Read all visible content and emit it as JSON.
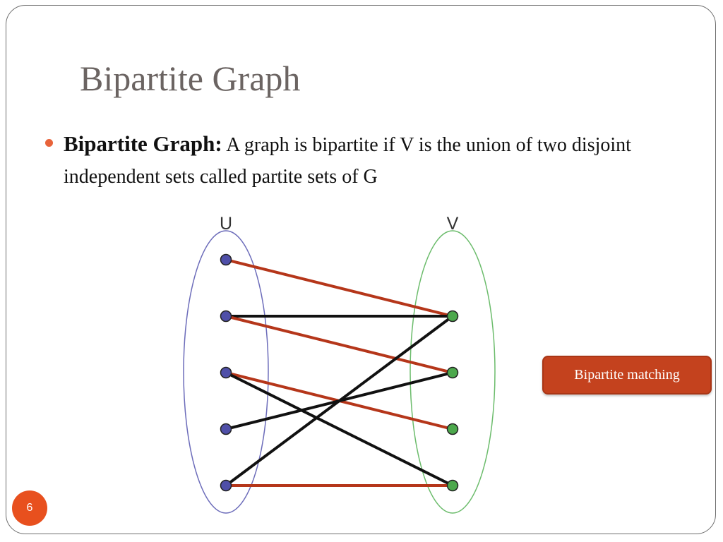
{
  "slide": {
    "title": "Bipartite Graph",
    "bullet": {
      "term": "Bipartite Graph:",
      "text": "A graph is bipartite if V is the union of two disjoint independent sets called partite sets of G"
    },
    "callout": "Bipartite matching",
    "page_number": "6"
  },
  "diagram": {
    "left_set": {
      "label": "U",
      "node_count": 5,
      "node_color": "#4f4fa8",
      "ellipse_color": "#6c6cba"
    },
    "right_set": {
      "label": "V",
      "node_count": 4,
      "node_color": "#4ca84c",
      "ellipse_color": "#6cbc6c"
    },
    "edge_color": "#111111",
    "matching_color": "#b5361a",
    "edges": [
      {
        "u": 0,
        "v": 0,
        "matching": true
      },
      {
        "u": 1,
        "v": 0,
        "matching": false
      },
      {
        "u": 1,
        "v": 1,
        "matching": true
      },
      {
        "u": 2,
        "v": 2,
        "matching": true
      },
      {
        "u": 2,
        "v": 3,
        "matching": false
      },
      {
        "u": 3,
        "v": 1,
        "matching": false
      },
      {
        "u": 4,
        "v": 0,
        "matching": false
      },
      {
        "u": 4,
        "v": 3,
        "matching": true
      }
    ]
  }
}
